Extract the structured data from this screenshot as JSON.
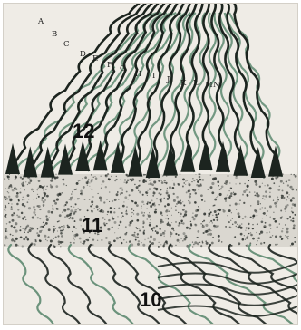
{
  "figure": {
    "fiber_labels": [
      "A",
      "B",
      "C",
      "D",
      "E",
      "F",
      "G",
      "H",
      "I",
      "J",
      "K",
      "L",
      "M",
      "N"
    ],
    "layer_labels": [
      "12",
      "11",
      "10"
    ],
    "colors": {
      "paper": "#efece6",
      "fiber_dark": "#1c241f",
      "fiber_green": "#5d8a70",
      "granule": "#2a2f2b"
    }
  }
}
